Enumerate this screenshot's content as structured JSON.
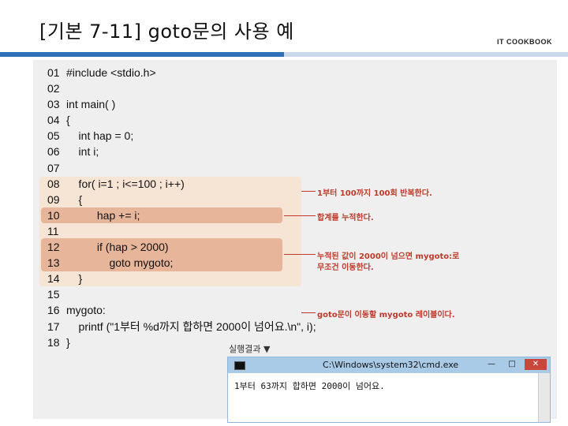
{
  "header": {
    "title": "[기본 7-11] goto문의 사용 예",
    "logo": "IT COOKBOOK"
  },
  "code_lines": [
    {
      "num": "01",
      "text": "#include <stdio.h>"
    },
    {
      "num": "02",
      "text": ""
    },
    {
      "num": "03",
      "text": "int main( )"
    },
    {
      "num": "04",
      "text": "{"
    },
    {
      "num": "05",
      "text": "    int hap = 0;"
    },
    {
      "num": "06",
      "text": "    int i;"
    },
    {
      "num": "07",
      "text": ""
    },
    {
      "num": "08",
      "text": "    for( i=1 ; i<=100 ; i++)"
    },
    {
      "num": "09",
      "text": "    {"
    },
    {
      "num": "10",
      "text": "          hap += i;"
    },
    {
      "num": "11",
      "text": ""
    },
    {
      "num": "12",
      "text": "          if (hap > 2000)"
    },
    {
      "num": "13",
      "text": "              goto mygoto;"
    },
    {
      "num": "14",
      "text": "    }"
    },
    {
      "num": "15",
      "text": ""
    },
    {
      "num": "16",
      "text": "mygoto:"
    },
    {
      "num": "17",
      "text": "    printf (\"1부터 %d까지 합하면 2000이 넘어요.\\n\", i);"
    },
    {
      "num": "18",
      "text": "}"
    }
  ],
  "annotations": {
    "loop": "1부터 100까지 100회 반복한다.",
    "accumulate": "합계를 누적한다.",
    "condition_1": "누적된 값이 2000이 넘으면 mygoto:로",
    "condition_2": "무조건 이동한다.",
    "label": "goto문이 이동할 mygoto 레이블이다."
  },
  "run": {
    "label": "실행결과 ▼",
    "window_title": "C:\\Windows\\system32\\cmd.exe",
    "minimize": "—",
    "maximize": "□",
    "close": "✕",
    "output": "1부터 63까지 합하면 2000이 넘어요."
  },
  "colors": {
    "accent": "#2e6fb7",
    "annotation": "#c0392b",
    "highlight": "#e7b69a",
    "highlight_light": "#f6e4d5",
    "cmd_titlebar": "#a9cbe8"
  }
}
